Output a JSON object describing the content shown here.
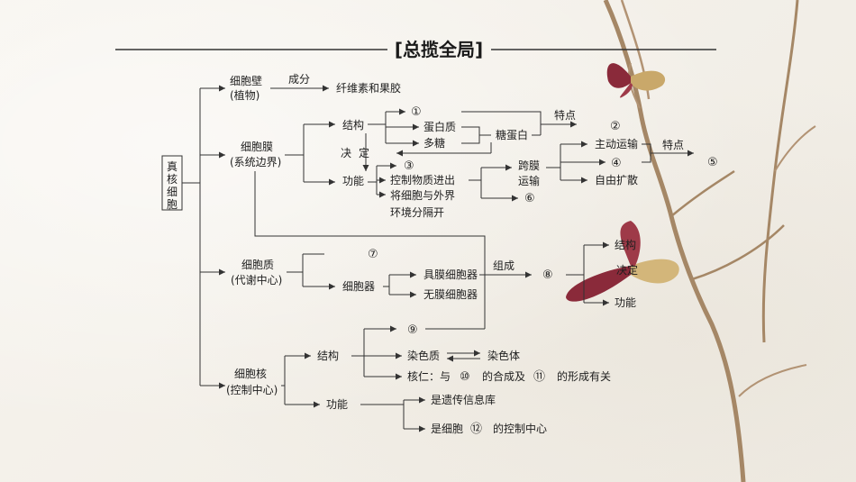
{
  "title": "[总揽全局]",
  "root": "真核细胞",
  "cell_wall": {
    "label_1": "细胞壁",
    "label_2": "(植物)",
    "arrow": "成分",
    "component": "纤维素和果胶"
  },
  "membrane": {
    "label_1": "细胞膜",
    "label_2": "(系统边界)",
    "structure": "结构",
    "function": "功能",
    "decides_1": "决",
    "decides_2": "定",
    "blank_1": "①",
    "protein": "蛋白质",
    "polysaccharide": "多糖",
    "glycoprotein": "糖蛋白",
    "feature_1": "特点",
    "blank_2": "②",
    "blank_3": "③",
    "control": "控制物质进出",
    "separate_1": "将细胞与外界",
    "separate_2": "环境分隔开",
    "transport_1": "跨膜",
    "transport_2": "运输",
    "active": "主动运输",
    "blank_4": "④",
    "diffusion": "自由扩散",
    "feature_2": "特点",
    "blank_5": "⑤",
    "blank_6": "⑥"
  },
  "cytoplasm": {
    "label_1": "细胞质",
    "label_2": "(代谢中心)",
    "blank_7": "⑦",
    "organelle": "细胞器",
    "membranous": "具膜细胞器",
    "non_membranous": "无膜细胞器",
    "compose": "组成",
    "blank_8": "⑧",
    "r_structure": "结构",
    "r_decides": "决定",
    "r_function": "功能"
  },
  "nucleus": {
    "label_1": "细胞核",
    "label_2": "(控制中心)",
    "structure": "结构",
    "function": "功能",
    "blank_9": "⑨",
    "chromatin": "染色质",
    "chromosome": "染色体",
    "nucleolus_pre": "核仁：与",
    "blank_10": "⑩",
    "nucleolus_mid": "的合成及",
    "blank_11": "⑪",
    "nucleolus_post": "的形成有关",
    "lib": "是遗传信息库",
    "ctrl_pre": "是细胞",
    "blank_12": "⑫",
    "ctrl_post": "的控制中心"
  }
}
